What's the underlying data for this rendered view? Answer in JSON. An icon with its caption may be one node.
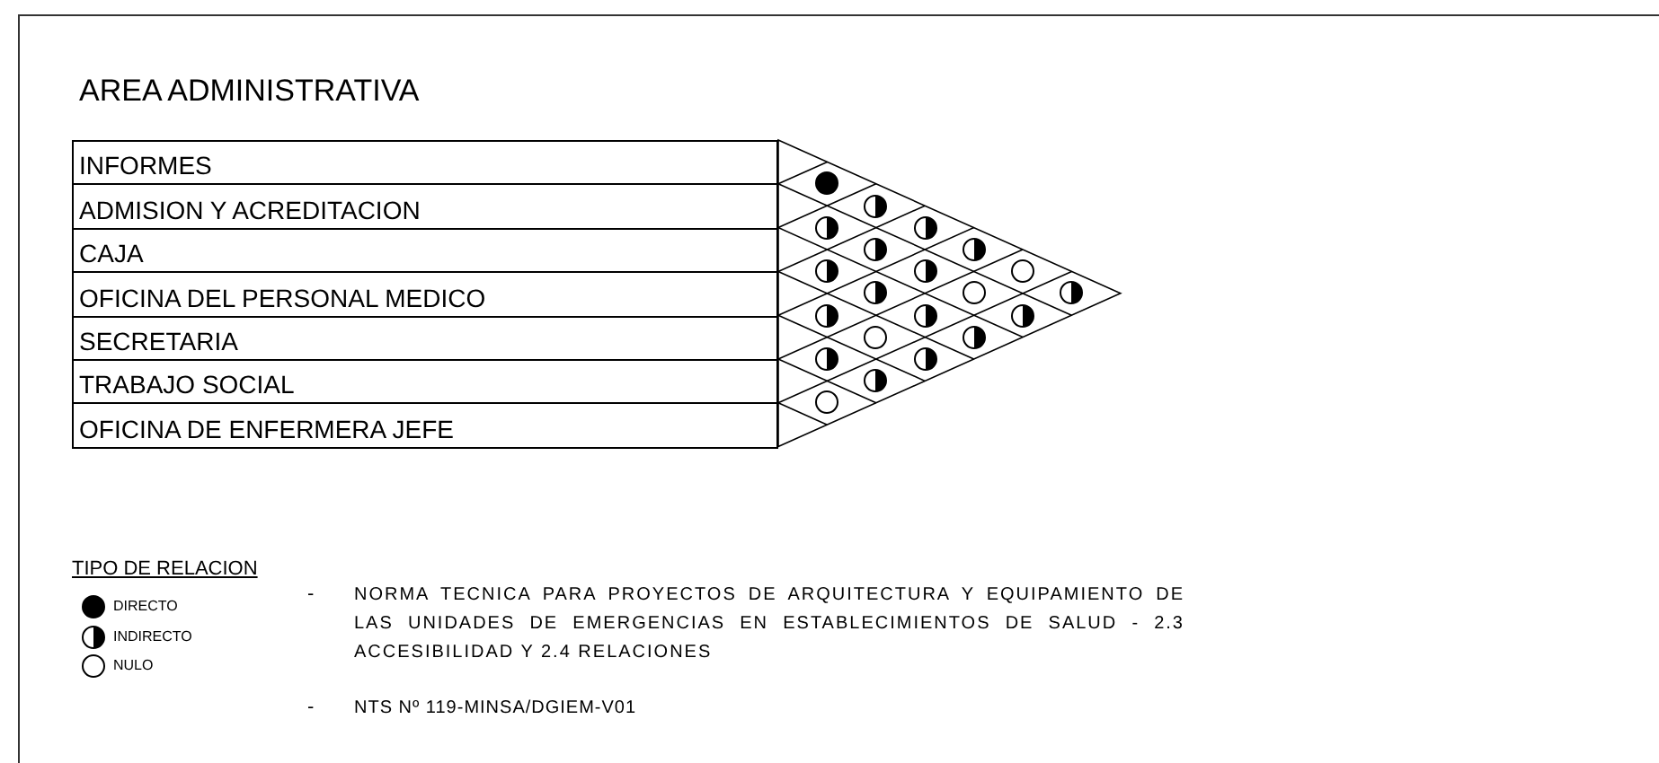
{
  "diagram": {
    "title": "AREA ADMINISTRATIVA",
    "nodes": [
      {
        "text": [
          "INFORMES"
        ]
      },
      {
        "text": [
          "ADMISION Y ACREDITACION"
        ]
      },
      {
        "text": [
          "CAJA"
        ]
      },
      {
        "text": [
          "OFICINA DEL PERSONAL MEDICO"
        ]
      },
      {
        "text": [
          "SECRETARIA"
        ]
      },
      {
        "text": [
          "TRABAJO SOCIAL"
        ]
      },
      {
        "text": [
          "OFICINA DE ENFERMERA JEFE"
        ]
      },
      {
        "text": [],
        "shape": "dot"
      },
      {
        "text": [],
        "shape": "half-dot"
      },
      {
        "text": [],
        "shape": "half-dot"
      },
      {
        "text": [],
        "shape": "half-dot"
      },
      {
        "text": [],
        "shape": "half-dot"
      },
      {
        "text": [],
        "shape": "half-dot"
      },
      {
        "text": [],
        "shape": "half-dot"
      },
      {
        "text": [],
        "shape": "half-dot"
      },
      {
        "text": [],
        "shape": "circle"
      },
      {
        "text": [],
        "shape": "half-dot"
      },
      {
        "text": [],
        "shape": "circle"
      },
      {
        "text": [],
        "shape": "half-dot"
      },
      {
        "text": [],
        "shape": "half-dot"
      },
      {
        "text": [],
        "shape": "half-dot"
      },
      {
        "text": [],
        "shape": "half-dot"
      },
      {
        "text": [],
        "shape": "circle"
      },
      {
        "text": [],
        "shape": "half-dot"
      },
      {
        "text": [],
        "shape": "half-dot"
      },
      {
        "text": [],
        "shape": "half-dot"
      },
      {
        "text": [],
        "shape": "half-dot"
      },
      {
        "text": [],
        "shape": "circle"
      }
    ],
    "labels": [
      "TIPO DE RELACION",
      "-",
      "NORMA TECNICA PARA PROYECTOS DE ARQUITECTURA Y EQUIPAMIENTO DE LAS UNIDADES DE EMERGENCIAS EN ESTABLECIMIENTOS DE SALUD - 2.3 ACCESIBILIDAD Y 2.4 RELACIONES",
      "-",
      "NTS Nº 119-MINSA/DGIEM-V01"
    ],
    "legend": [
      {
        "text": "DIRECTO"
      },
      {
        "text": "INDIRECTO"
      },
      {
        "text": "NULO"
      }
    ]
  }
}
